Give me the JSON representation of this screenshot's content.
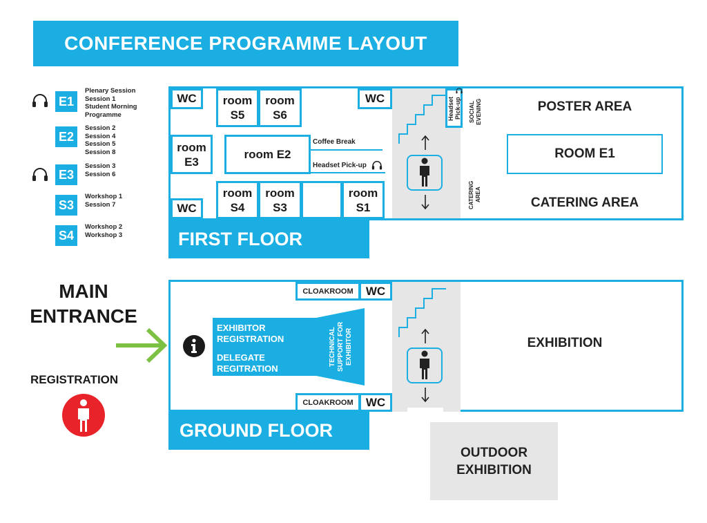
{
  "title": "CONFERENCE PROGRAMME LAYOUT",
  "legend": [
    {
      "code": "E1",
      "headphones": true,
      "lines": [
        "Plenary Session",
        "Session 1",
        "Student Morning",
        "Programme"
      ]
    },
    {
      "code": "E2",
      "headphones": false,
      "lines": [
        "Session 2",
        "Session 4",
        "Session 5",
        "Session 8"
      ]
    },
    {
      "code": "E3",
      "headphones": true,
      "lines": [
        "Session 3",
        "Session 6"
      ]
    },
    {
      "code": "S3",
      "headphones": false,
      "lines": [
        "Workshop 1",
        "Session 7"
      ]
    },
    {
      "code": "S4",
      "headphones": false,
      "lines": [
        "Workshop 2",
        "Workshop 3"
      ]
    }
  ],
  "first_floor": {
    "label": "FIRST FLOOR",
    "wc": "WC",
    "rooms": {
      "s5": "room S5",
      "s6": "room S6",
      "e3": "room E3",
      "e2": "room E2",
      "s4": "room S4",
      "s3": "room S3",
      "s1": "room S1"
    },
    "coffee_break": "Coffee Break",
    "headset_pickup": "Headset Pick-up",
    "headset_pickup_vertical": "Headset Pick-up",
    "social_evening": "SOCIAL EVENING",
    "catering_area_vertical": "CATERING AREA",
    "poster_area": "POSTER AREA",
    "room_e1": "ROOM E1",
    "catering_area": "CATERING AREA"
  },
  "ground_floor": {
    "label": "GROUND FLOOR",
    "cloakroom": "CLOAKROOM",
    "wc": "WC",
    "exhibitor_registration": "EXHIBITOR REGISTRATION",
    "delegate_registration": "DELEGATE REGITRATION",
    "technical_support": "TECHNICAL SUPPORT FOR EXHIBITOR",
    "exhibition": "EXHIBITION",
    "outdoor_exhibition": "OUTDOOR EXHIBITION"
  },
  "entrance": {
    "main_entrance": "MAIN ENTRANCE",
    "registration": "REGISTRATION"
  },
  "colors": {
    "accent": "#1aaee3",
    "arrow": "#7cc144",
    "registration_marker": "#e8232a",
    "stair_area": "#e6e6e6"
  },
  "icons": [
    "headphones-icon",
    "person-icon",
    "info-icon",
    "arrow-up-icon",
    "arrow-down-icon",
    "entrance-arrow-icon"
  ]
}
